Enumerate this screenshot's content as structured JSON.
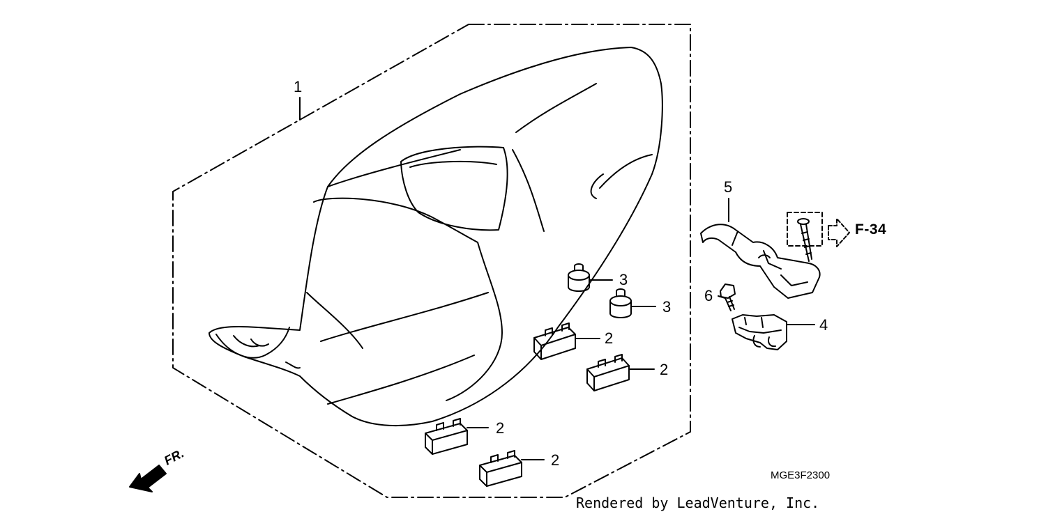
{
  "parts": [
    {
      "id": "seat",
      "label": "1"
    },
    {
      "id": "rubber-block",
      "label": "2"
    },
    {
      "id": "cushion",
      "label": "3"
    },
    {
      "id": "seat-lock",
      "label": "4"
    },
    {
      "id": "lock-bracket",
      "label": "5"
    },
    {
      "id": "bolt",
      "label": "6"
    }
  ],
  "reference": "F-34",
  "diagram_code": "MGE3F2300",
  "front_marker": "FR.",
  "credit": "Rendered by LeadVenture, Inc."
}
